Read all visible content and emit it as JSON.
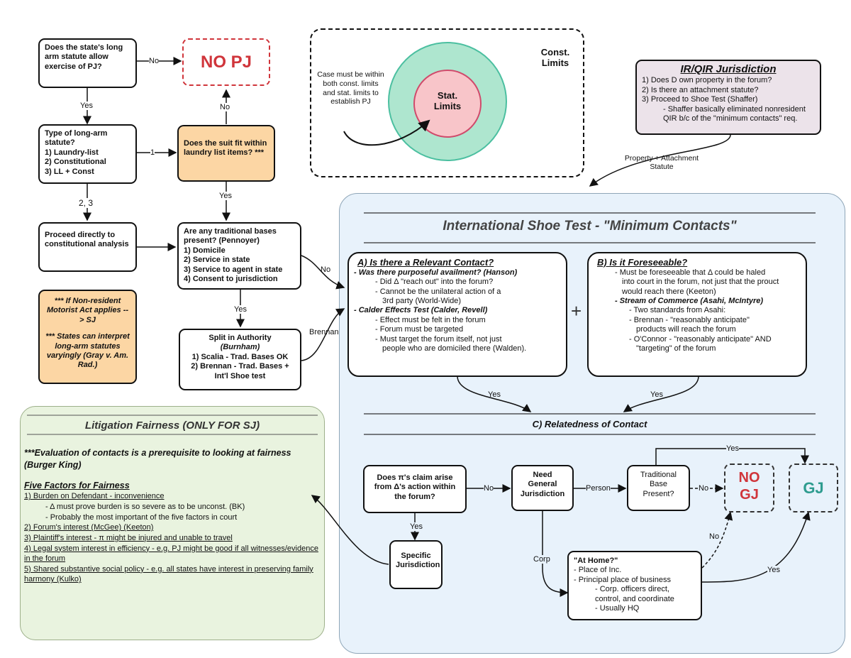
{
  "flow": {
    "q_long_arm": "Does the state's long arm statute allow exercise of PJ?",
    "no_pj": "NO PJ",
    "type_title": "Type of long-arm statute?",
    "type_opts": [
      "1) Laundry-list",
      "2) Constitutional",
      "3) LL + Const"
    ],
    "laundry_q": "Does the suit fit within laundry list items? ***",
    "proceed": "Proceed directly to constitutional analysis",
    "trad_title": "Are any traditional bases present? (Pennoyer)",
    "trad_opts": [
      "1) Domicile",
      "2) Service in state",
      "3) Service to agent in state",
      "4) Consent to jurisdiction"
    ],
    "split_title": "Split in Authority",
    "split_case": "(Burnham)",
    "split_opts": [
      "1) Scalia - Trad. Bases OK",
      "2) Brennan - Trad. Bases + Int'l Shoe test"
    ],
    "note1": "*** If Non-resident Motorist Act applies --> SJ",
    "note2": "*** States can interpret long-arm statutes varyingly (Gray v. Am. Rad.)",
    "labels": {
      "no": "No",
      "yes": "Yes",
      "one": "1",
      "two_three": "2, 3",
      "brennan": "Brennan",
      "person": "Person",
      "corp": "Corp"
    }
  },
  "venn": {
    "outer": "Const. Limits",
    "inner": "Stat. Limits",
    "note": "Case must be within both const. limits and stat. limits to establish PJ"
  },
  "ir": {
    "title": "IR/QIR Jurisdiction",
    "items": [
      "1) Does D own property in the forum?",
      "2) Is there an attachment statute?",
      "3) Proceed to Shoe Test (Shaffer)",
      "- Shaffer basically eliminated nonresident QIR b/c of the \"minimum contacts\" req."
    ],
    "arrow_label": "Property + Attachment Statute"
  },
  "shoe": {
    "title": "International Shoe Test - \"Minimum Contacts\"",
    "a_title": "A) Is there a Relevant Contact?",
    "a_lines": [
      "- Was there purposeful availment? (Hanson)",
      "- Did Δ \"reach out\" into the forum?",
      "- Cannot be the unilateral action of a",
      "3rd party (World-Wide)",
      "- Calder Effects Test (Calder, Revell)",
      "- Effect must be felt in the forum",
      "- Forum must be targeted",
      "- Must target the forum itself, not just",
      "people who are domiciled there (Walden)."
    ],
    "plus": "+",
    "b_title": "B) Is it Foreseeable?",
    "b_lines": [
      "- Must be foreseeable that Δ could be haled",
      "into court in the forum, not just that the prouct",
      "would reach there (Keeton)",
      "- Stream of Commerce (Asahi, McIntyre)",
      "- Two standards from Asahi:",
      "- Brennan - \"reasonably anticipate\"",
      "products will reach the forum",
      "- O'Connor - \"reasonably anticipate\" AND",
      "\"targeting\" of the forum"
    ],
    "c_title": "C) Relatedness of Contact",
    "claim_q": "Does π's claim arise from Δ's action within the forum?",
    "need_gj": "Need General Jurisdiction",
    "trad_base": "Traditional Base Present?",
    "no_gj": "NO GJ",
    "gj": "GJ",
    "specific": "Specific Jurisdiction",
    "at_home_title": "\"At Home?\"",
    "at_home": [
      "- Place of Inc.",
      "- Principal place of business",
      "- Corp. officers direct, control, and coordinate",
      "- Usually HQ"
    ]
  },
  "fair": {
    "title": "Litigation Fairness (ONLY FOR SJ)",
    "prereq": "***Evaluation of contacts is a prerequisite to looking at fairness (Burger King)",
    "five": "Five Factors for Fairness",
    "items": [
      "1) Burden on Defendant - inconvenience",
      "- Δ must prove burden is so severe as to be unconst. (BK)",
      "- Probably the most important of the five factors in court",
      "2) Forum's interest (McGee) (Keeton)",
      "3) Plaintiff's interest - π might be injured and unable to travel",
      "4) Legal system interest in efficiency - e.g. PJ might be good if all witnesses/evidence in the forum",
      "5) Shared substantive social policy - e.g. all states have interest in preserving family harmony (Kulko)"
    ]
  },
  "colors": {
    "shoe_bg": "#e8f2fb",
    "fair_bg": "#e9f3df",
    "orange": "#fcd6a4",
    "ir_bg": "#ece3ea",
    "red": "#d0353b",
    "teal": "#2e9c8f",
    "venn_outer": "#aee6cf",
    "venn_inner": "#f8c5c9"
  }
}
